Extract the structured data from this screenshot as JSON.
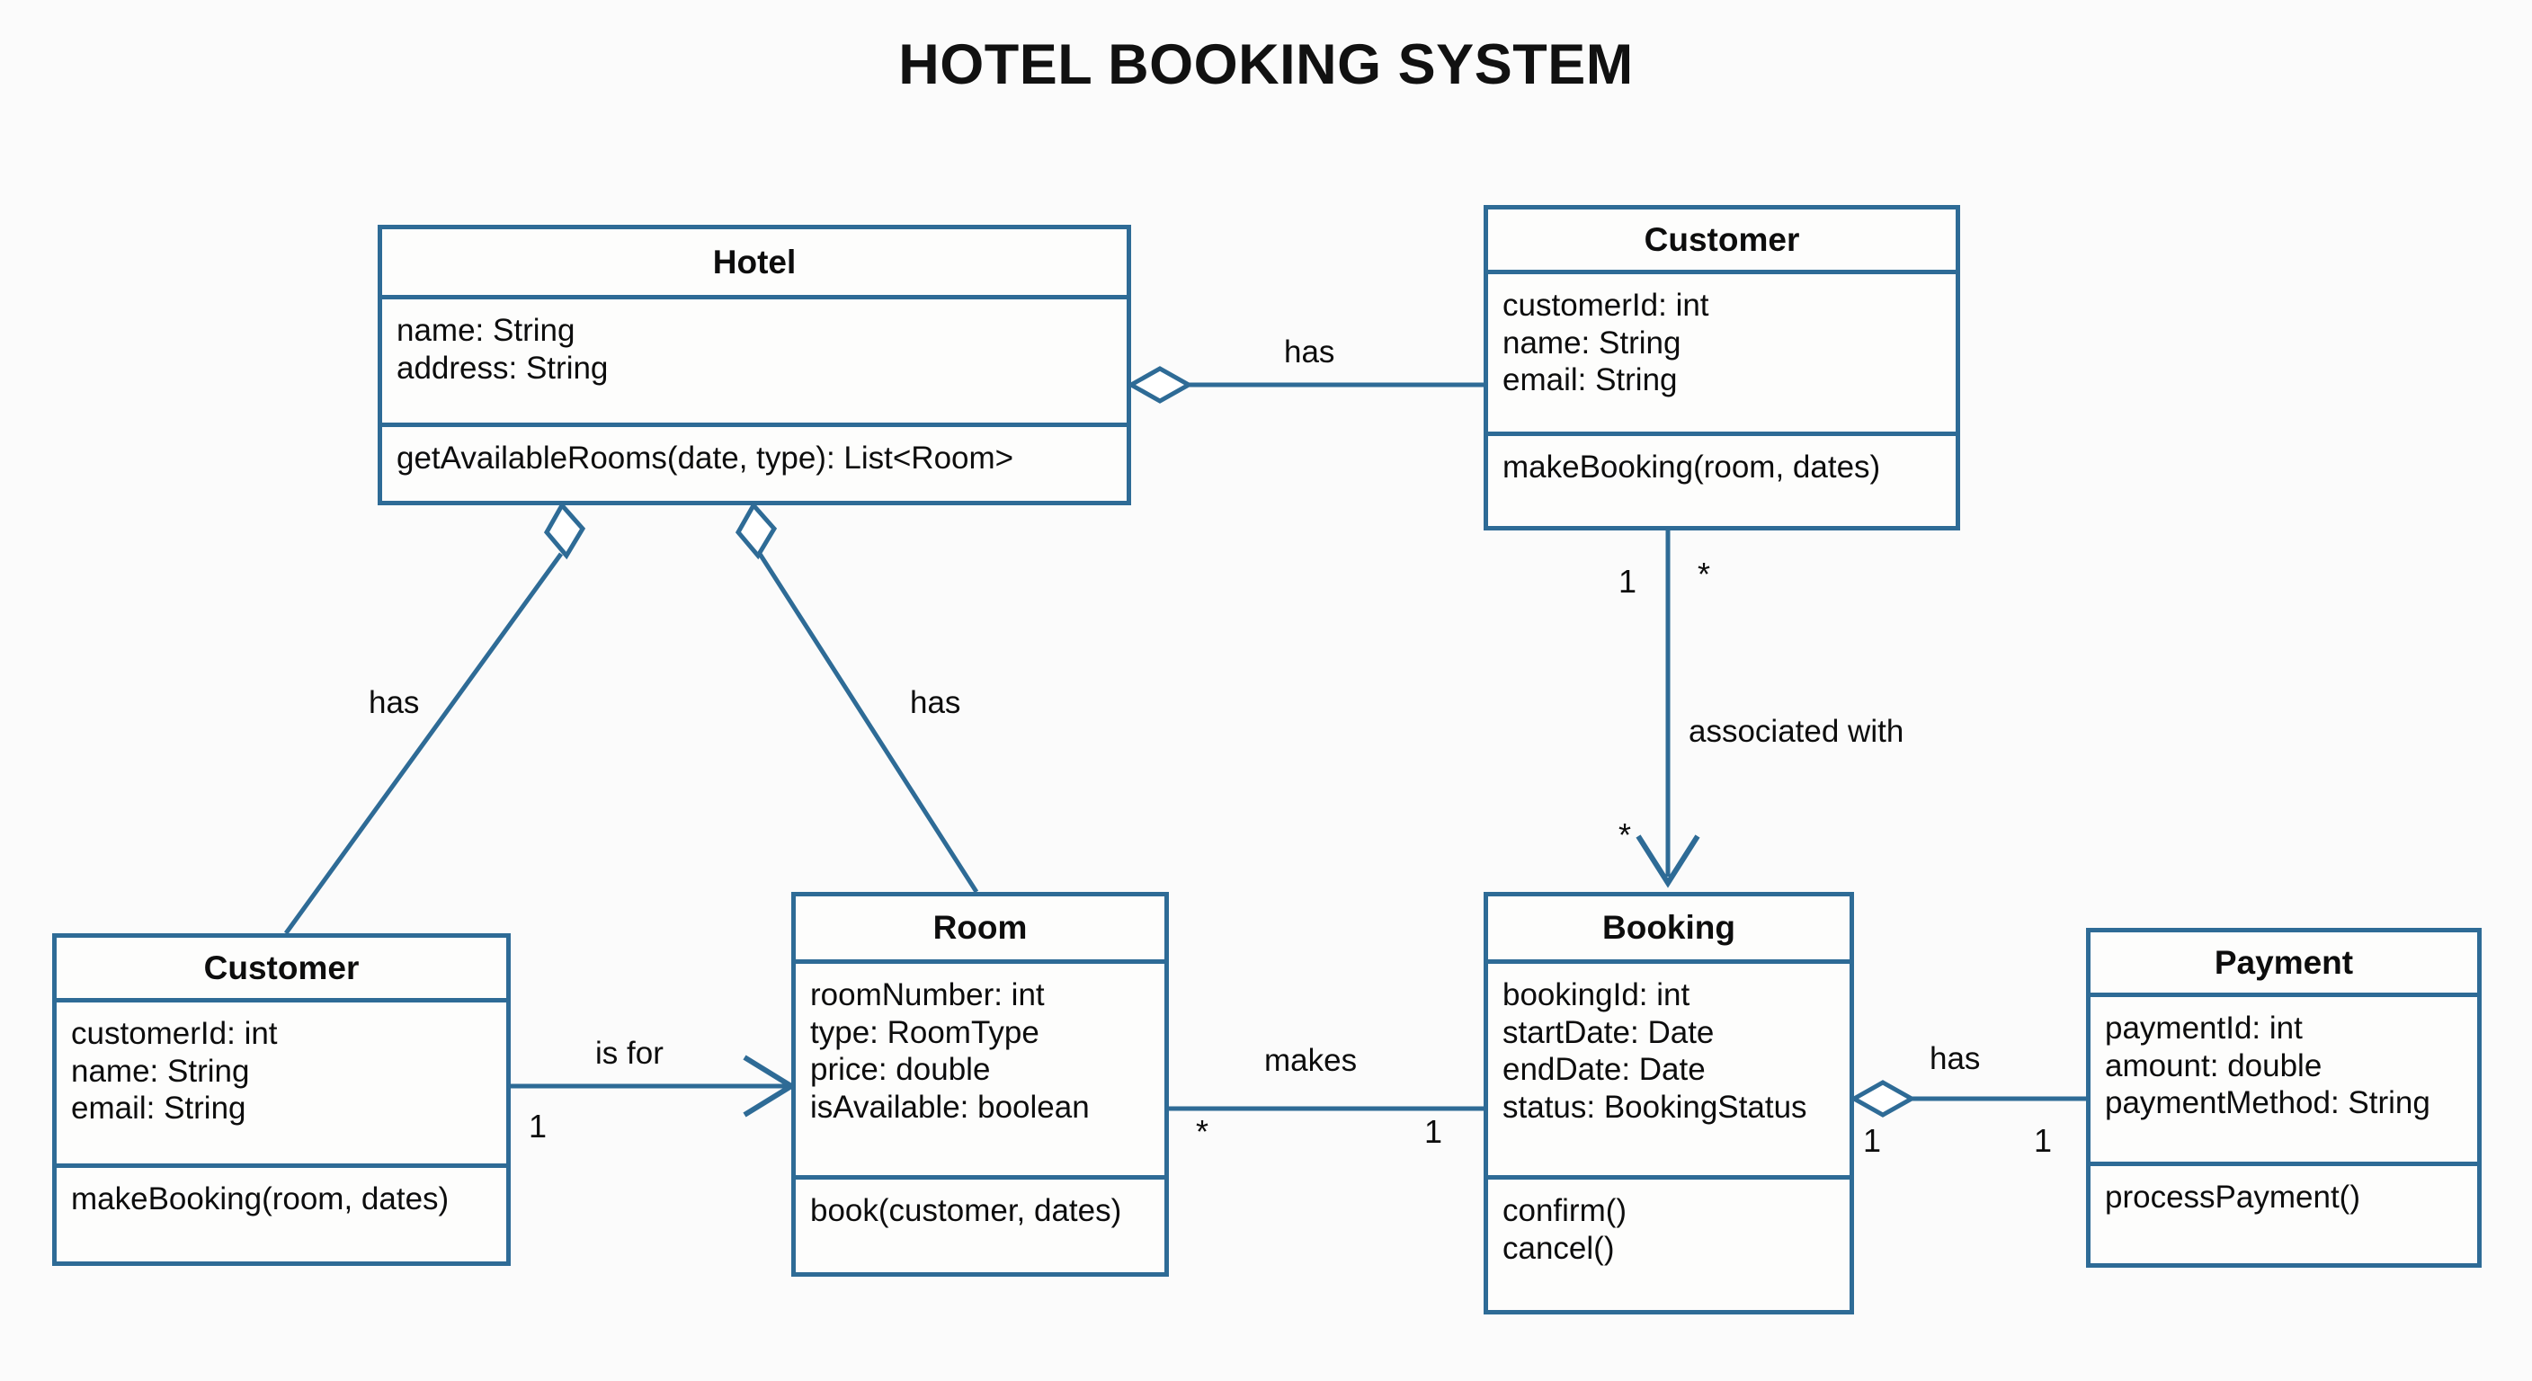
{
  "title": "HOTEL BOOKING SYSTEM",
  "theme": {
    "line_color": "#2e6b96",
    "text_color": "#0d0d0d",
    "background": "#fbfbfb"
  },
  "classes": [
    {
      "id": "hotel",
      "name": "Hotel",
      "attributes": [
        "name: String",
        "address: String"
      ],
      "operations": [
        "getAvailableRooms(date, type): List<Room>"
      ]
    },
    {
      "id": "customer-top",
      "name": "Customer",
      "attributes": [
        "customerId: int",
        "name: String",
        "email: String"
      ],
      "operations": [
        "makeBooking(room, dates)"
      ]
    },
    {
      "id": "customer-bottom",
      "name": "Customer",
      "attributes": [
        "customerId: int",
        "name: String",
        "email: String"
      ],
      "operations": [
        "makeBooking(room, dates)"
      ]
    },
    {
      "id": "room",
      "name": "Room",
      "attributes": [
        "roomNumber: int",
        "type: RoomType",
        "price: double",
        "isAvailable: boolean"
      ],
      "operations": [
        "book(customer, dates)"
      ]
    },
    {
      "id": "booking",
      "name": "Booking",
      "attributes": [
        "bookingId: int",
        "startDate: Date",
        "endDate: Date",
        "status: BookingStatus"
      ],
      "operations": [
        "confirm()",
        "cancel()"
      ]
    },
    {
      "id": "payment",
      "name": "Payment",
      "attributes": [
        "paymentId: int",
        "amount: double",
        "paymentMethod: String"
      ],
      "operations": [
        "processPayment()"
      ]
    }
  ],
  "relationships": [
    {
      "id": "hotel-customer-top",
      "label": "has",
      "type": "aggregation",
      "from": "hotel",
      "to": "customer-top",
      "source_multiplicity": "",
      "target_multiplicity": ""
    },
    {
      "id": "hotel-customer-bottom",
      "label": "has",
      "type": "aggregation",
      "from": "hotel",
      "to": "customer-bottom",
      "source_multiplicity": "",
      "target_multiplicity": ""
    },
    {
      "id": "hotel-room",
      "label": "has",
      "type": "aggregation",
      "from": "hotel",
      "to": "room",
      "source_multiplicity": "",
      "target_multiplicity": ""
    },
    {
      "id": "customer-booking",
      "label": "associated with",
      "type": "directed-association",
      "from": "customer-top",
      "to": "booking",
      "source_multiplicity": "1",
      "source_multiplicity_2": "*",
      "target_multiplicity": "*"
    },
    {
      "id": "customer-room",
      "label": "is for",
      "type": "directed-association",
      "from": "customer-bottom",
      "to": "room",
      "source_multiplicity": "1",
      "target_multiplicity": ""
    },
    {
      "id": "room-booking",
      "label": "makes",
      "type": "association",
      "from": "room",
      "to": "booking",
      "source_multiplicity": "*",
      "target_multiplicity": "1"
    },
    {
      "id": "booking-payment",
      "label": "has",
      "type": "aggregation",
      "from": "booking",
      "to": "payment",
      "source_multiplicity": "1",
      "target_multiplicity": "1"
    }
  ]
}
